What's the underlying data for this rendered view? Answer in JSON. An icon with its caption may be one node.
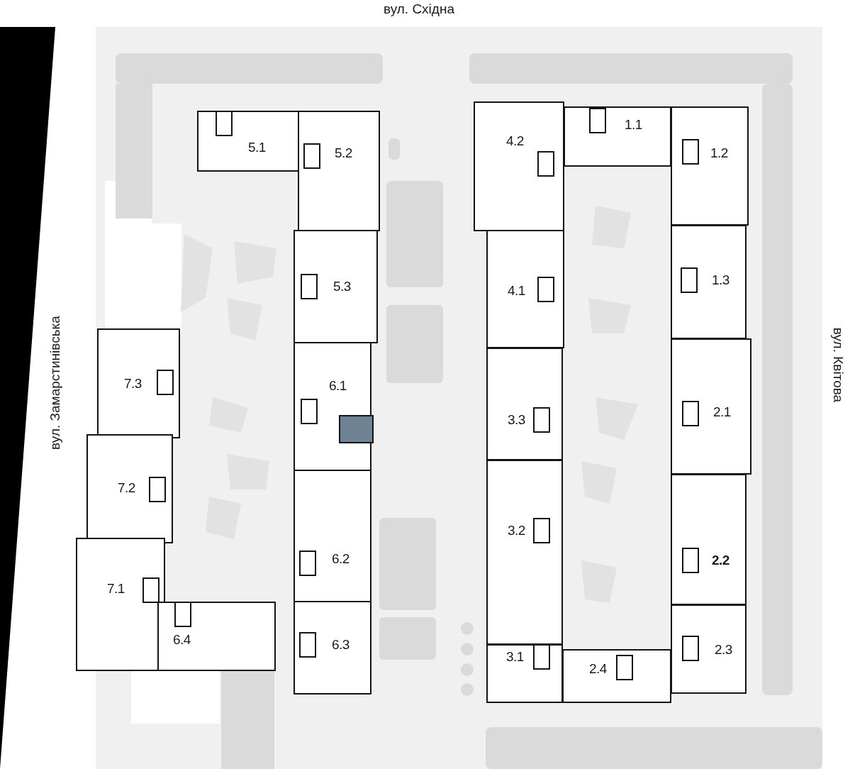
{
  "diagram": {
    "nodes": [
      {
        "text": [
          "5.1"
        ]
      },
      {
        "text": [
          "5.2"
        ]
      },
      {
        "text": [
          "5.3"
        ]
      },
      {
        "text": [
          "6.1"
        ]
      },
      {
        "text": [],
        "shape": "box",
        "in": 3
      },
      {
        "text": [
          "6.2"
        ]
      },
      {
        "text": [
          "6.3"
        ]
      },
      {
        "text": [
          "7.3"
        ]
      },
      {
        "text": [
          "7.2"
        ]
      },
      {
        "text": [
          "7.1"
        ]
      },
      {
        "text": [
          "6.4"
        ]
      },
      {
        "text": [
          "4.2"
        ]
      },
      {
        "text": [
          "1.1"
        ]
      },
      {
        "text": [
          "1.2"
        ]
      },
      {
        "text": [
          "4.1"
        ]
      },
      {
        "text": [
          "1.3"
        ]
      },
      {
        "text": [
          "3.3"
        ]
      },
      {
        "text": [
          "2.1"
        ]
      },
      {
        "text": [
          "3.2"
        ]
      },
      {
        "text": [
          "2.2"
        ]
      },
      {
        "text": [
          "3.1"
        ]
      },
      {
        "text": [
          "2.4"
        ]
      },
      {
        "text": [
          "2.3"
        ]
      }
    ],
    "labels": [
      "вул. Східна",
      "вул. Замарстинівська",
      "вул. Квітова"
    ]
  }
}
